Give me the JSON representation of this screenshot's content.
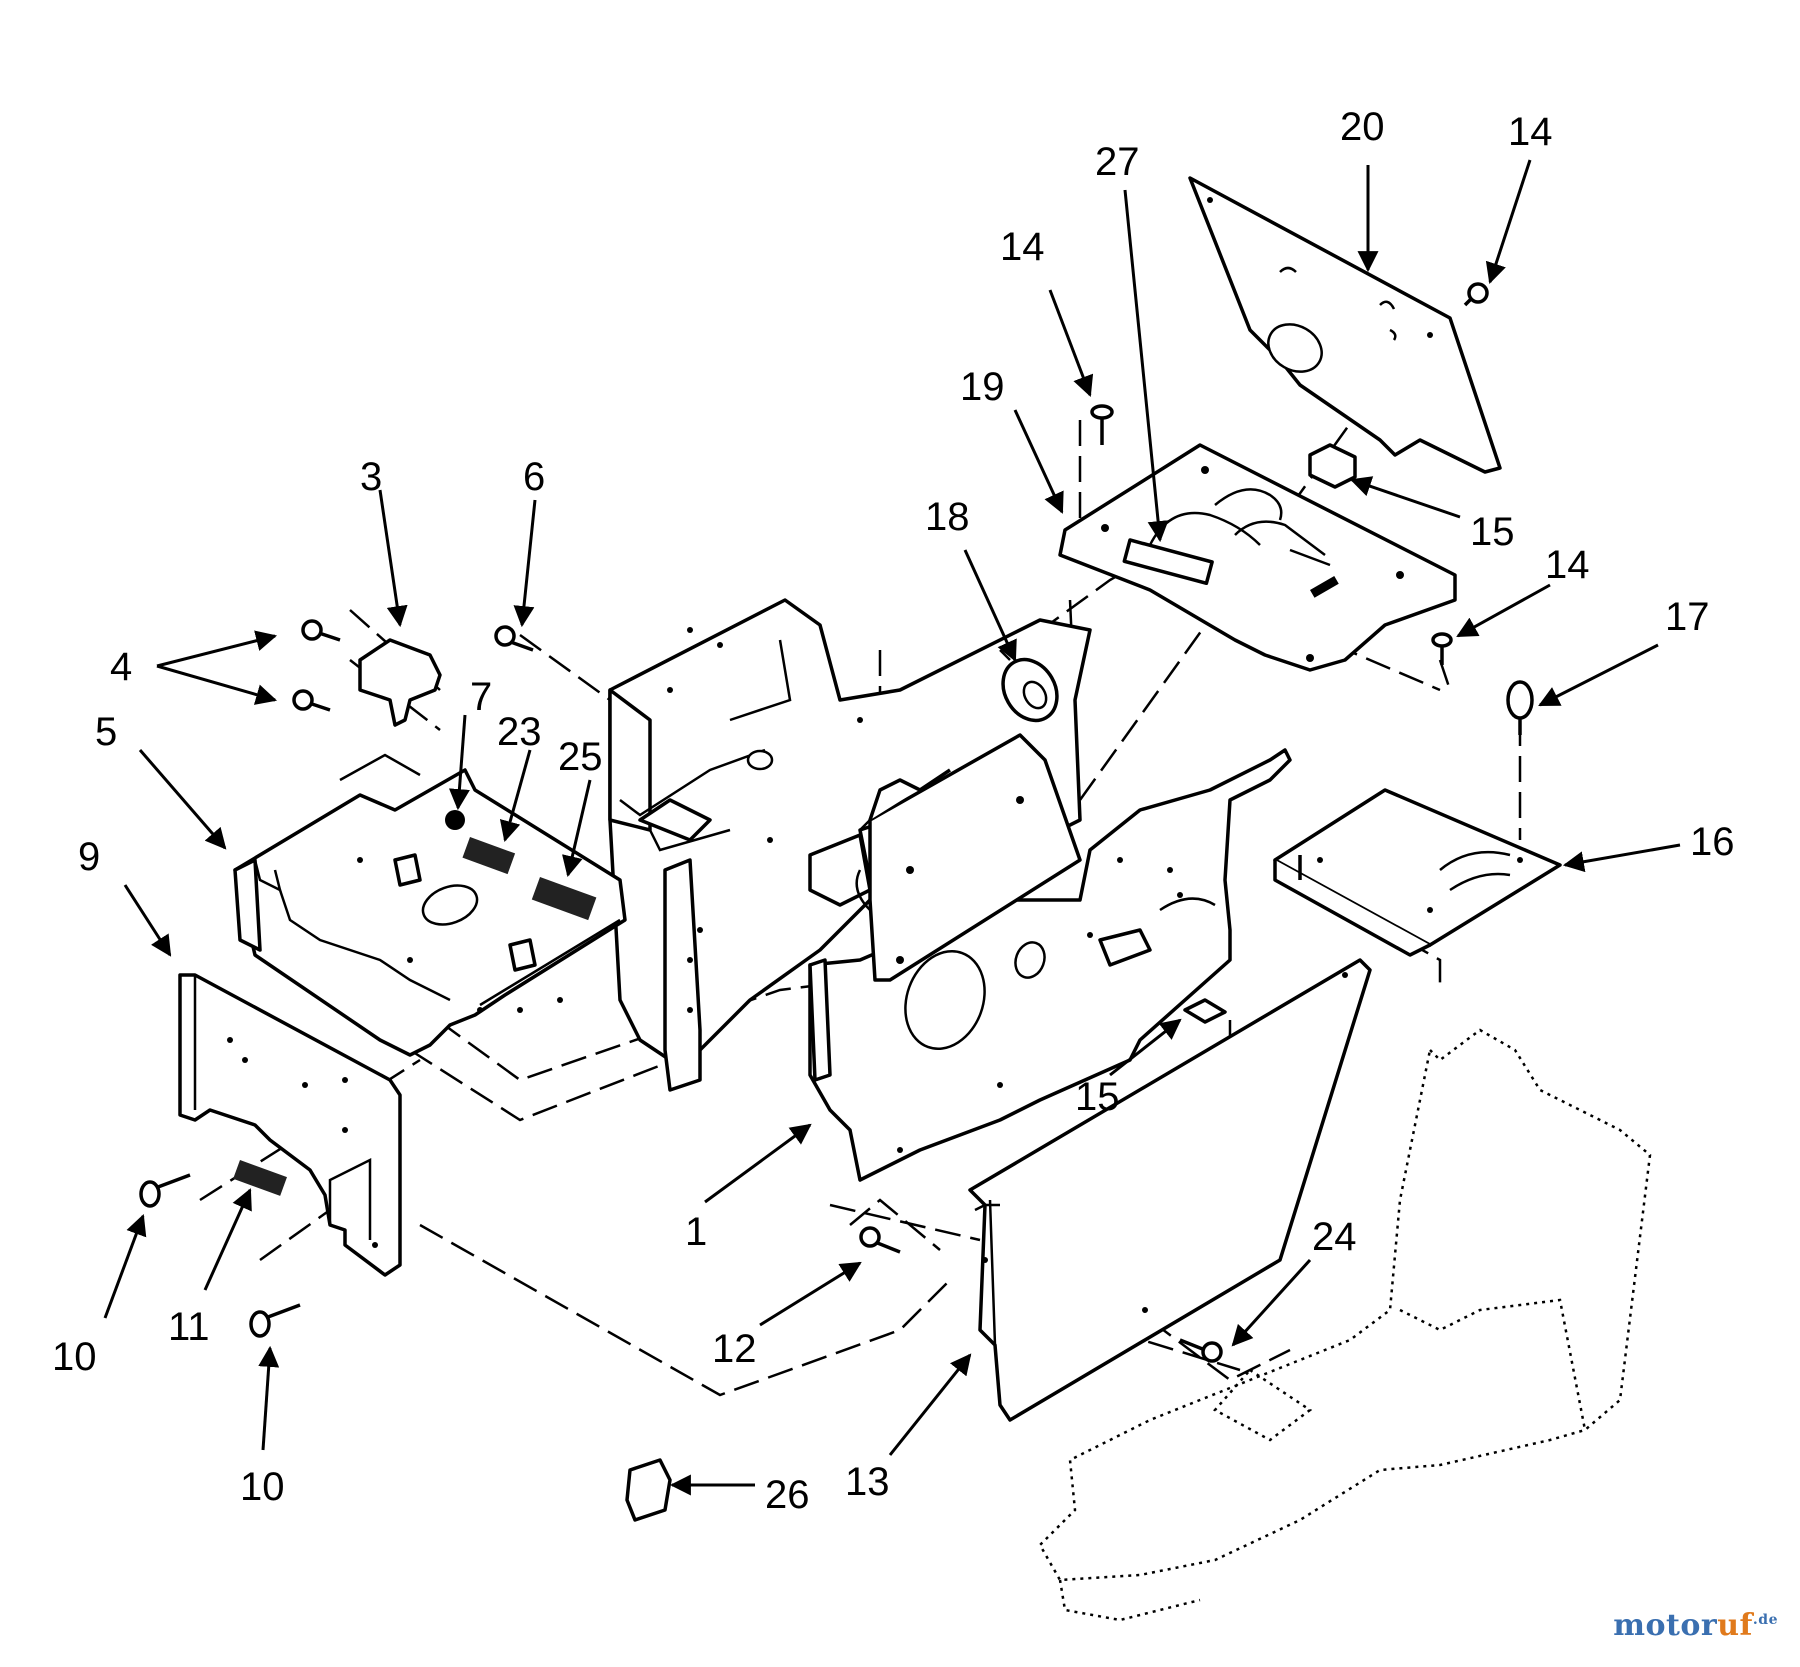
{
  "callouts": {
    "c1": "1",
    "c3": "3",
    "c4": "4",
    "c5": "5",
    "c6": "6",
    "c7": "7",
    "c9": "9",
    "c10a": "10",
    "c10b": "10",
    "c11": "11",
    "c12": "12",
    "c13": "13",
    "c14a": "14",
    "c14b": "14",
    "c14c": "14",
    "c15a": "15",
    "c15b": "15",
    "c16": "16",
    "c17": "17",
    "c18": "18",
    "c19": "19",
    "c20": "20",
    "c23": "23",
    "c24": "24",
    "c25": "25",
    "c26": "26",
    "c27": "27"
  },
  "watermark": {
    "motor": "motor",
    "uf": "uf",
    "de": ".de"
  },
  "colors": {
    "ink": "#000000",
    "watermark_blue": "#3a6fb0",
    "watermark_orange": "#e07a1c"
  }
}
